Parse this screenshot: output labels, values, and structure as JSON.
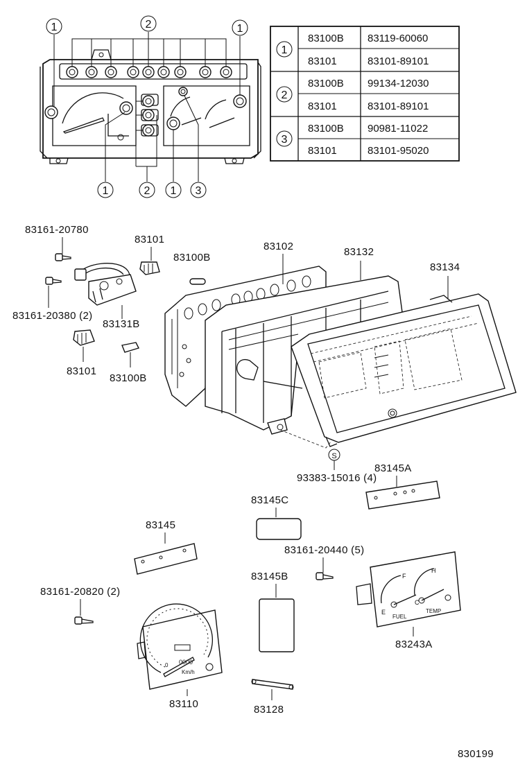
{
  "callouts": {
    "c1": "1",
    "c2": "2",
    "c3": "3"
  },
  "table": {
    "rows": [
      {
        "group": "1",
        "a": "83100B",
        "b": "83119-60060"
      },
      {
        "group": "",
        "a": "83101",
        "b": "83101-89101"
      },
      {
        "group": "2",
        "a": "83100B",
        "b": "99134-12030"
      },
      {
        "group": "",
        "a": "83101",
        "b": "83101-89101"
      },
      {
        "group": "3",
        "a": "83100B",
        "b": "90981-11022"
      },
      {
        "group": "",
        "a": "83101",
        "b": "83101-95020"
      }
    ]
  },
  "labels": {
    "p83161_20780": "83161-20780",
    "p83101_top": "83101",
    "p83100B_top": "83100B",
    "p83102": "83102",
    "p83132": "83132",
    "p83134": "83134",
    "p83161_20380": "83161-20380 (2)",
    "p83131B": "83131B",
    "p83101_bot": "83101",
    "p83100B_bot": "83100B",
    "s_mark": "S",
    "p93383": "93383-15016 (4)",
    "p83145A": "83145A",
    "p83145C": "83145C",
    "p83145": "83145",
    "p83161_20440": "83161-20440 (5)",
    "p83145B": "83145B",
    "p83161_20820": "83161-20820 (2)",
    "p83243A": "83243A",
    "p83110": "83110",
    "p83128": "83128",
    "diagram_id": "830199",
    "gauge_fuel": "FUEL",
    "gauge_temp": "TEMP",
    "gauge_e": "E",
    "gauge_f": "F",
    "gauge_h": "H",
    "gauge_c": "C",
    "speedo_unit": "Km/h",
    "speedo_zero": "0",
    "speedo_odo": "0000"
  }
}
